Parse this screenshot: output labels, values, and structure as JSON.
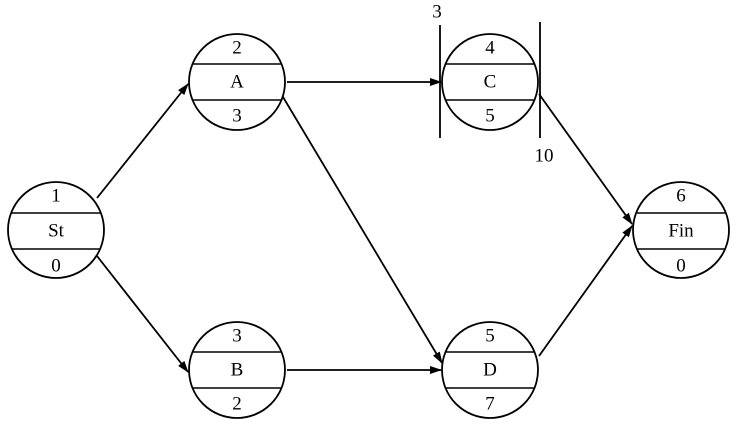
{
  "nodes": {
    "st": {
      "top": "1",
      "name": "St",
      "bottom": "0"
    },
    "a": {
      "top": "2",
      "name": "A",
      "bottom": "3"
    },
    "b": {
      "top": "3",
      "name": "B",
      "bottom": "2"
    },
    "c": {
      "top": "4",
      "name": "C",
      "bottom": "5"
    },
    "d": {
      "top": "5",
      "name": "D",
      "bottom": "7"
    },
    "fin": {
      "top": "6",
      "name": "Fin",
      "bottom": "0"
    }
  },
  "edges": [
    {
      "from": "St",
      "to": "A"
    },
    {
      "from": "St",
      "to": "B"
    },
    {
      "from": "A",
      "to": "C"
    },
    {
      "from": "A",
      "to": "D"
    },
    {
      "from": "B",
      "to": "D"
    },
    {
      "from": "C",
      "to": "Fin"
    },
    {
      "from": "D",
      "to": "Fin"
    }
  ],
  "c_window": {
    "start": "3",
    "end": "10"
  }
}
